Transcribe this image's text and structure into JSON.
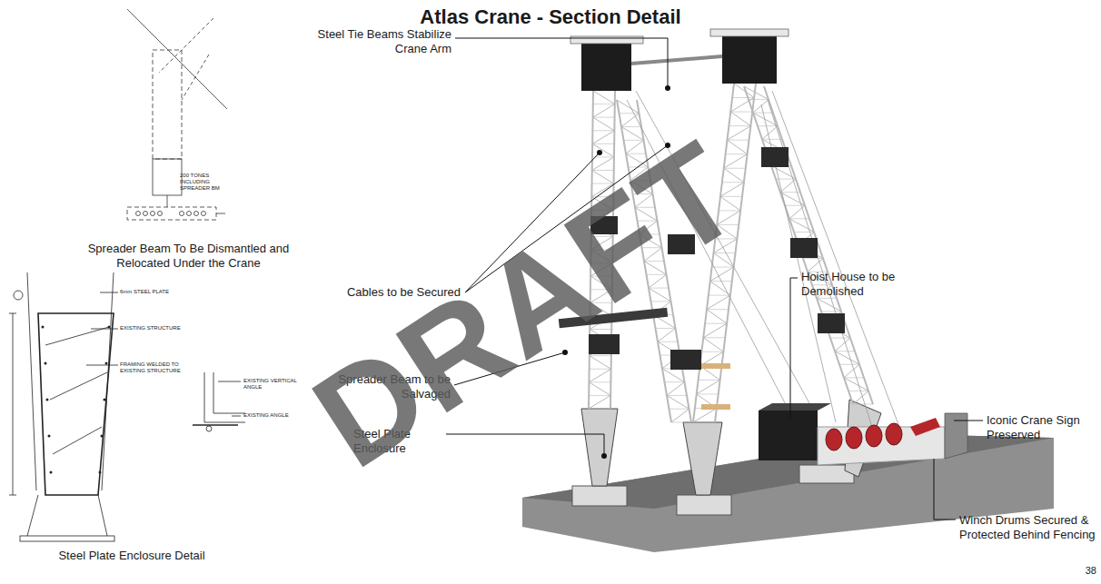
{
  "diagram": {
    "title": "Atlas Crane - Section Detail",
    "labels": [
      "Steel Tie Beams Stabilize Crane Arm",
      "Cables to be Secured",
      "Spreader Beam to be Salvaged",
      "Steel Plate Enclosure",
      "Hoist House to be Demolished",
      "Iconic Crane Sign Preserved",
      "Winch Drums Secured & Protected Behind Fencing",
      "Spreader Beam To Be Dismantled and Relocated Under the Crane",
      "Steel Plate Enclosure Detail",
      "200 TONES INCLUDING SPREADER BM",
      "6mm STEEL PLATE",
      "EXISTING STRUCTURE",
      "FRAMING WELDED TO EXISTING STRUCTURE",
      "EXISTING VERTICAL ANGLE",
      "EXISTING ANGLE",
      "DRAFT",
      "38"
    ]
  }
}
